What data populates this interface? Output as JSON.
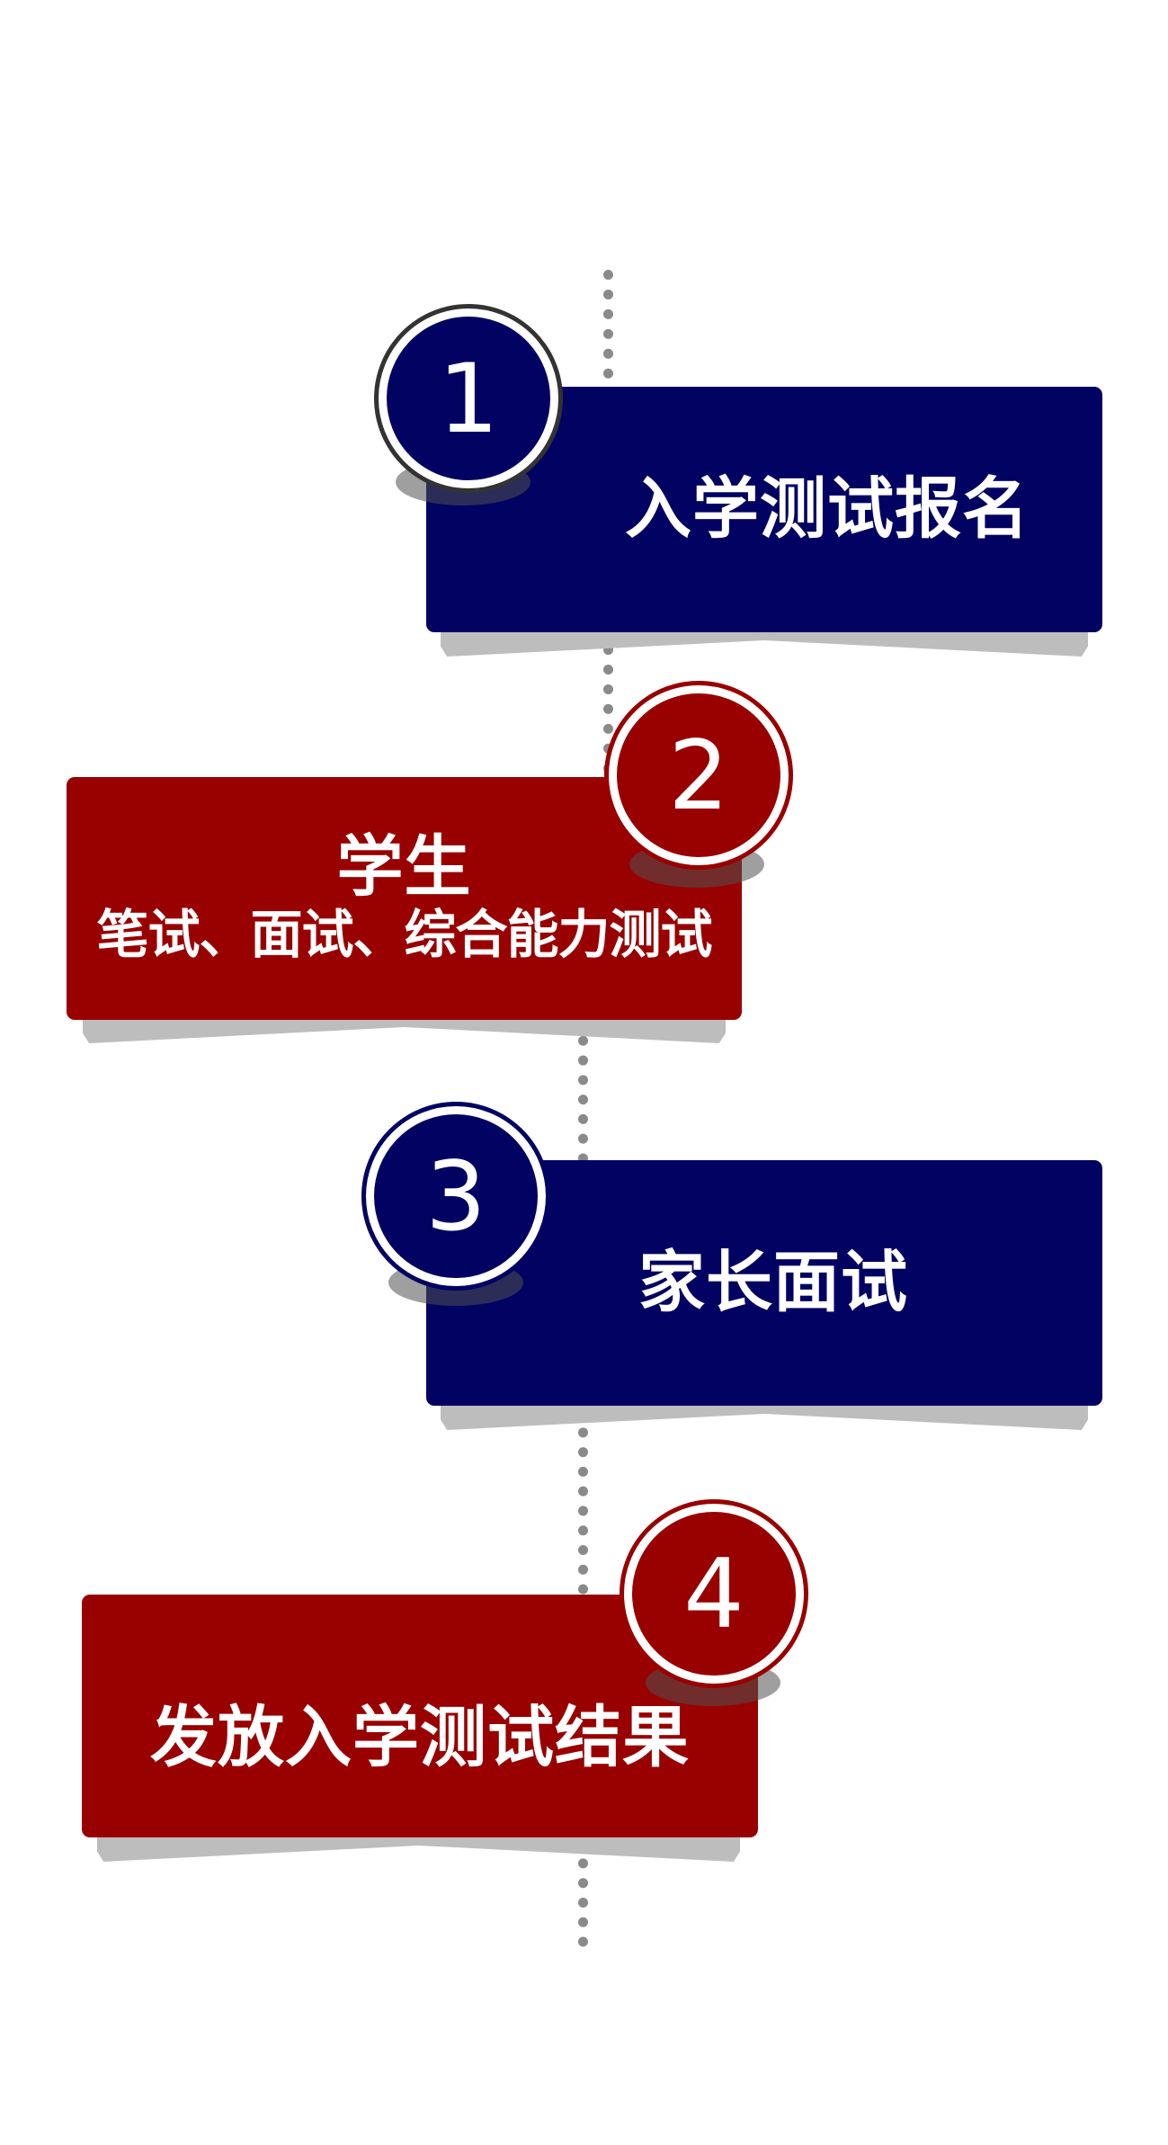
{
  "colors": {
    "navy": "#020263",
    "red": "#990000",
    "line": "#8a8a8a",
    "shadow": "#bdbdbd"
  },
  "steps": [
    {
      "number": "1",
      "title": "入学测试报名",
      "subtitle": ""
    },
    {
      "number": "2",
      "title": "学生",
      "subtitle": "笔试、面试、综合能力测试"
    },
    {
      "number": "3",
      "title": "家长面试",
      "subtitle": ""
    },
    {
      "number": "4",
      "title": "发放入学测试结果",
      "subtitle": ""
    }
  ]
}
